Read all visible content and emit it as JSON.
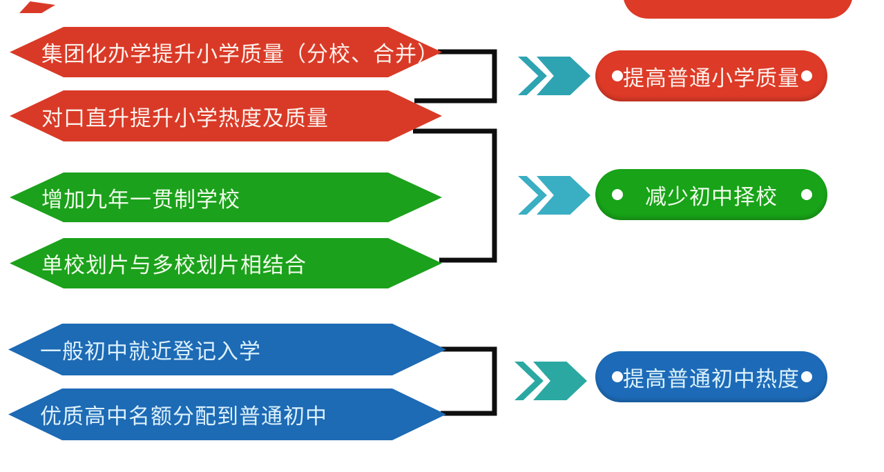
{
  "background": "#FFFFFF",
  "connector_color": "#0E0E0E",
  "bullet_icon": "white-dot",
  "groups": [
    {
      "id": "primary-school-quality",
      "banner_color": "#D93A27",
      "text_color": "#FDF1EC",
      "arrow_color": "#2EA3B2",
      "banners": [
        {
          "label": "集团化办学提升小学质量（分校、合并）"
        },
        {
          "label": "对口直升提升小学热度及质量"
        }
      ],
      "result": {
        "label": "提高普通小学质量",
        "color": "#DD3A27"
      }
    },
    {
      "id": "reduce-middle-school-choice",
      "banner_color": "#1BA11B",
      "text_color": "#EFFBEA",
      "arrow_color": "#3AAEC3",
      "banners": [
        {
          "label": "增加九年一贯制学校"
        },
        {
          "label": "单校划片与多校划片相结合"
        }
      ],
      "result": {
        "label": "减少初中择校",
        "color": "#18A318"
      }
    },
    {
      "id": "ordinary-middle-school-popularity",
      "banner_color": "#1D6AB5",
      "text_color": "#DCF1FB",
      "arrow_color": "#2BA8A2",
      "banners": [
        {
          "label": "一般初中就近登记入学"
        },
        {
          "label": "优质高中名额分配到普通初中"
        }
      ],
      "result": {
        "label": "提高普通初中热度",
        "color": "#1D6BB8"
      }
    }
  ]
}
